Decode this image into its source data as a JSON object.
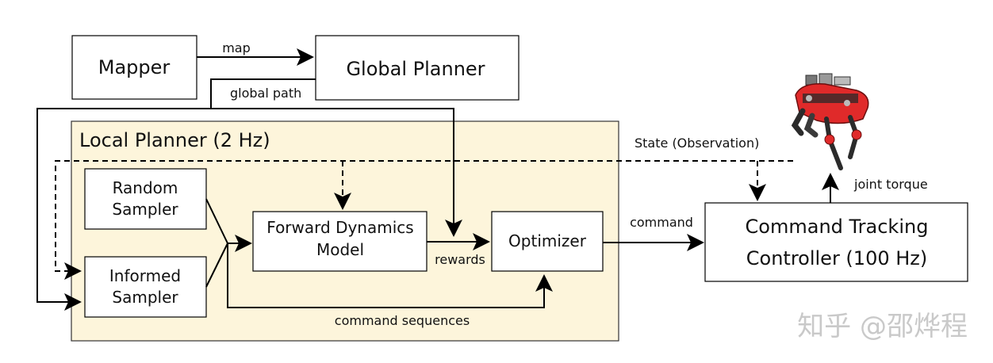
{
  "blocks": {
    "mapper": "Mapper",
    "global_planner": "Global Planner",
    "local_planner": "Local Planner (2 Hz)",
    "random_sampler": [
      "Random",
      "Sampler"
    ],
    "informed_sampler": [
      "Informed",
      "Sampler"
    ],
    "forward_dynamics": [
      "Forward Dynamics",
      "Model"
    ],
    "optimizer": "Optimizer",
    "tracking_controller": [
      "Command Tracking",
      "Controller (100 Hz)"
    ]
  },
  "edges": {
    "map": "map",
    "global_path": "global path",
    "state": "State (Observation)",
    "rewards": "rewards",
    "command": "command",
    "command_sequences": "command sequences",
    "joint_torque": "joint torque"
  },
  "watermark": "知乎 @邵烨程",
  "colors": {
    "local_planner_fill": "#fdf5db",
    "line": "#000000",
    "robot_body": "#e02a2a"
  }
}
